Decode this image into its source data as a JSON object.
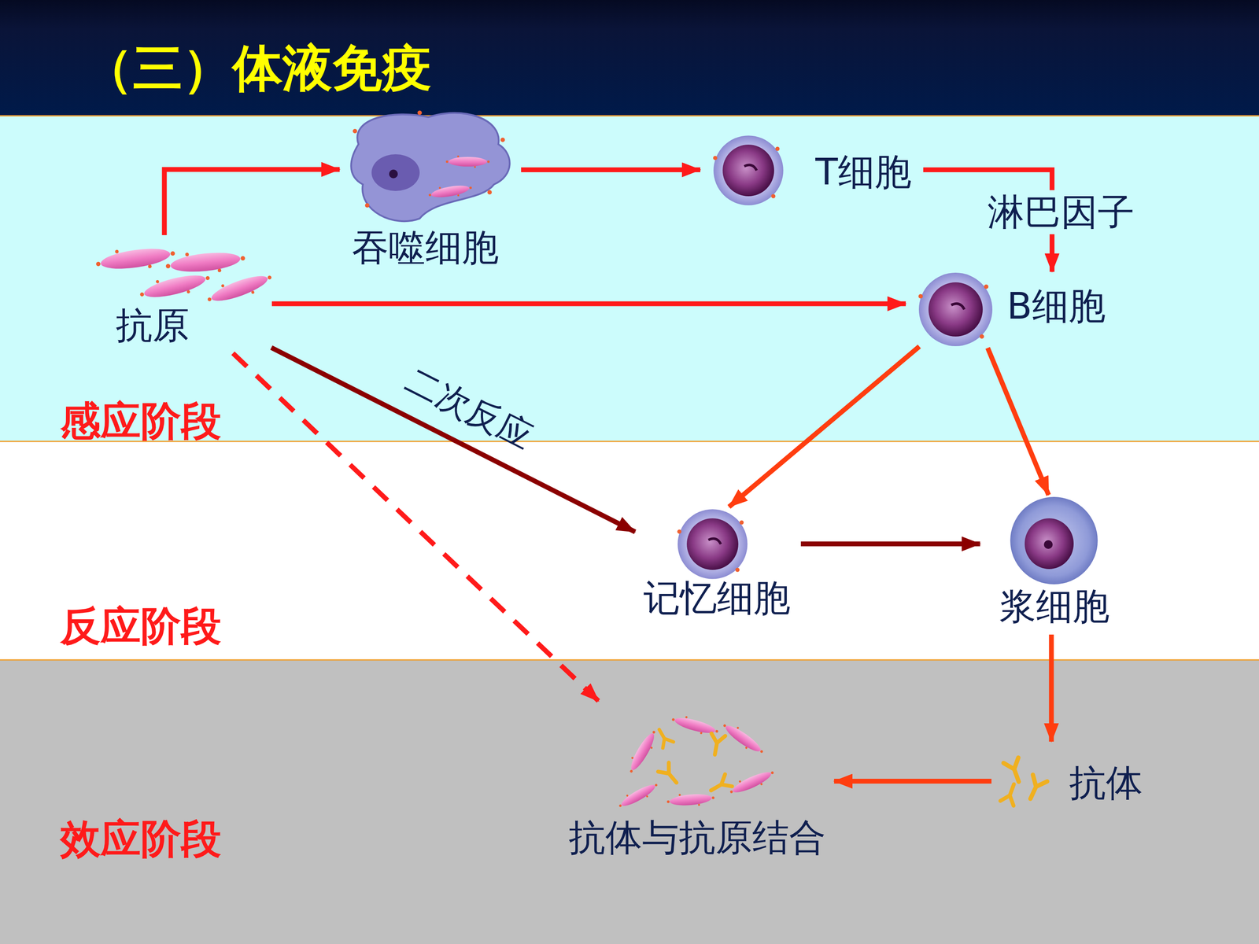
{
  "diagram": {
    "title": "（三）体液免疫",
    "nodes": [
      {
        "text": [
          "感应阶段"
        ]
      },
      {
        "text": [
          "抗原"
        ],
        "in": 0
      },
      {
        "text": [
          "吞噬细胞"
        ],
        "in": 0
      },
      {
        "text": [
          "T细胞"
        ],
        "in": 0
      },
      {
        "text": [
          "B细胞"
        ],
        "in": 0
      },
      {
        "text": [
          "反应阶段"
        ]
      },
      {
        "text": [
          "记忆细胞"
        ],
        "in": 5
      },
      {
        "text": [
          "浆细胞"
        ],
        "in": 5
      },
      {
        "text": [
          "效应阶段"
        ]
      },
      {
        "text": [
          "抗体"
        ],
        "in": 8
      },
      {
        "text": [
          "抗体与抗原结合"
        ],
        "in": 8
      }
    ],
    "edges": [
      {
        "from": 1,
        "to": 2,
        "arrow": "to"
      },
      {
        "from": 2,
        "to": 3,
        "arrow": "to"
      },
      {
        "from": 3,
        "to": 4,
        "arrow": "to",
        "label": "淋巴因子"
      },
      {
        "from": 1,
        "to": 4,
        "arrow": "to"
      },
      {
        "from": 4,
        "to": 6,
        "arrow": "to"
      },
      {
        "from": 4,
        "to": 7,
        "arrow": "to"
      },
      {
        "from": 1,
        "to": 6,
        "arrow": "to",
        "label": "二次反应"
      },
      {
        "from": 1,
        "to": 10,
        "arrow": "to"
      },
      {
        "from": 6,
        "to": 7,
        "arrow": "to"
      },
      {
        "from": 7,
        "to": 9,
        "arrow": "to"
      },
      {
        "from": 9,
        "to": 10,
        "arrow": "to"
      }
    ]
  }
}
